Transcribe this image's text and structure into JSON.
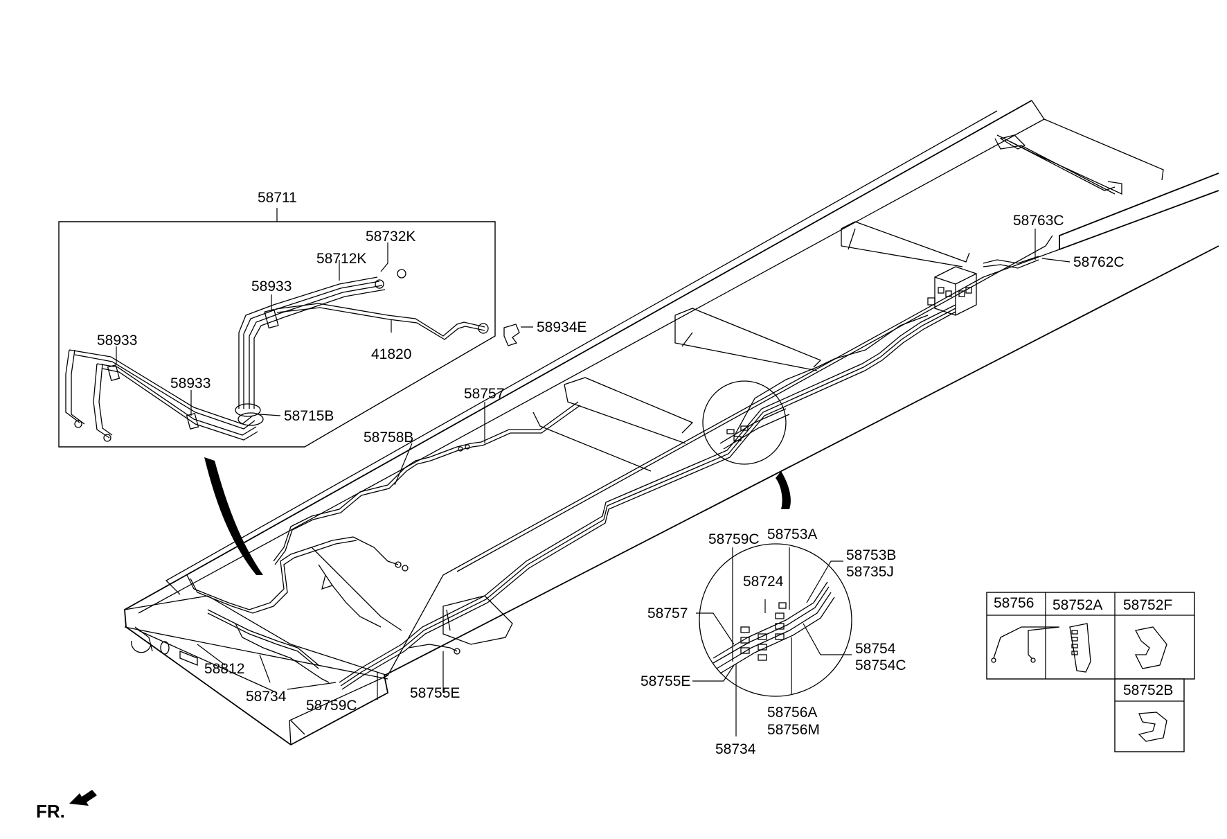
{
  "labels": {
    "p58711": "58711",
    "p58732K": "58732K",
    "p58712K": "58712K",
    "p58933a": "58933",
    "p58933b": "58933",
    "p58933c": "58933",
    "p41820": "41820",
    "p58934E": "58934E",
    "p58715B": "58715B",
    "p58757a": "58757",
    "p58758B": "58758B",
    "p58763C": "58763C",
    "p58762C": "58762C",
    "p58812": "58812",
    "p58734a": "58734",
    "p58759Ca": "58759C",
    "p58755Ea": "58755E",
    "p58759Cb": "58759C",
    "p58753A": "58753A",
    "p58753B": "58753B",
    "p58735J": "58735J",
    "p58724": "58724",
    "p58757b": "58757",
    "p58754": "58754",
    "p58754C": "58754C",
    "p58755Eb": "58755E",
    "p58756A": "58756A",
    "p58756M": "58756M",
    "p58734b": "58734",
    "p58756": "58756",
    "p58752A": "58752A",
    "p58752F": "58752F",
    "p58752B": "58752B"
  },
  "direction": {
    "front_label": "FR."
  },
  "icons": {
    "front_arrow": "arrow-down-left-icon"
  }
}
